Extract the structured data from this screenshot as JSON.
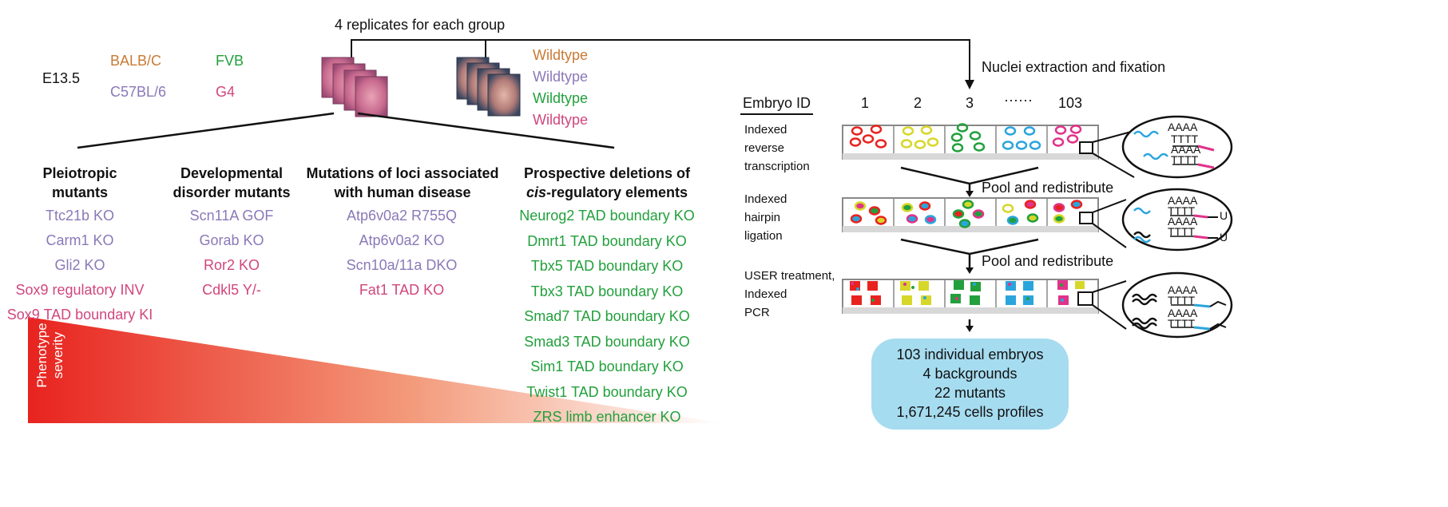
{
  "title": "4 replicates for each group",
  "stage": "E13.5",
  "strains": [
    {
      "name": "BALB/C",
      "color": "#c97a33"
    },
    {
      "name": "FVB",
      "color": "#22a03c"
    },
    {
      "name": "C57BL/6",
      "color": "#8a79b8"
    },
    {
      "name": "G4",
      "color": "#d1467c"
    }
  ],
  "wildtype_labels": [
    {
      "text": "Wildtype",
      "color": "#c97a33"
    },
    {
      "text": "Wildtype",
      "color": "#8a79b8"
    },
    {
      "text": "Wildtype",
      "color": "#22a03c"
    },
    {
      "text": "Wildtype",
      "color": "#d1467c"
    }
  ],
  "groups": [
    {
      "heading": [
        "Pleiotropic",
        "mutants"
      ],
      "items": [
        {
          "text": "Ttc21b KO",
          "color": "purple"
        },
        {
          "text": "Carm1 KO",
          "color": "purple"
        },
        {
          "text": "Gli2 KO",
          "color": "purple"
        },
        {
          "text": "Sox9 regulatory INV",
          "color": "pink"
        },
        {
          "text": "Sox9 TAD boundary KI",
          "color": "pink"
        }
      ]
    },
    {
      "heading": [
        "Developmental",
        "disorder mutants"
      ],
      "items": [
        {
          "text": "Scn11A GOF",
          "color": "purple"
        },
        {
          "text": "Gorab KO",
          "color": "purple"
        },
        {
          "text": "Ror2 KO",
          "color": "pink"
        },
        {
          "text": "Cdkl5 Y/-",
          "color": "pink"
        }
      ]
    },
    {
      "heading": [
        "Mutations of loci associated",
        "with human disease"
      ],
      "items": [
        {
          "text": "Atp6v0a2 R755Q",
          "color": "purple"
        },
        {
          "text": "Atp6v0a2 KO",
          "color": "purple"
        },
        {
          "text": "Scn10a/11a DKO",
          "color": "purple"
        },
        {
          "text": "Fat1 TAD KO",
          "color": "pink"
        }
      ]
    },
    {
      "heading": [
        "Prospective deletions of",
        "cis-regulatory elements"
      ],
      "items": [
        {
          "text": "Neurog2 TAD boundary KO",
          "color": "green"
        },
        {
          "text": "Dmrt1 TAD boundary KO",
          "color": "green"
        },
        {
          "text": "Tbx5 TAD boundary KO",
          "color": "green"
        },
        {
          "text": "Tbx3 TAD boundary KO",
          "color": "green"
        },
        {
          "text": "Smad7 TAD boundary KO",
          "color": "green"
        },
        {
          "text": "Smad3 TAD boundary KO",
          "color": "green"
        },
        {
          "text": "Sim1 TAD boundary KO",
          "color": "green"
        },
        {
          "text": "Twist1 TAD boundary KO",
          "color": "green"
        },
        {
          "text": "ZRS limb enhancer KO",
          "color": "green"
        }
      ]
    }
  ],
  "severity_label": [
    "Phenotype",
    "severity"
  ],
  "workflow": {
    "nuclei_step": "Nuclei extraction and fixation",
    "embryo_id_label": "Embryo ID",
    "embryo_ids": [
      "1",
      "2",
      "3",
      "······",
      "103"
    ],
    "steps": [
      [
        "Indexed",
        "reverse",
        "transcription"
      ],
      [
        "Indexed",
        "hairpin",
        "ligation"
      ],
      [
        "USER treatment,",
        "Indexed",
        "PCR"
      ]
    ],
    "pool_label": "Pool and redistribute",
    "inset_seq_top": "AAAA",
    "inset_seq_bottom": "TTTT",
    "inset_u": "U",
    "summary": [
      "103 individual embryos",
      "4 backgrounds",
      "22 mutants",
      "1,671,245 cells profiles"
    ]
  },
  "colors": {
    "purple": "#8a79b8",
    "pink": "#d1467c",
    "green": "#22a03c",
    "orange": "#c97a33",
    "summary_box": "#a6dcf0",
    "severity_red": "#e8231f",
    "well_red": "#e8231f",
    "well_yellow": "#d7d72a",
    "well_green": "#22a03c",
    "well_blue": "#2aa5dc",
    "well_pink": "#e0338a"
  }
}
